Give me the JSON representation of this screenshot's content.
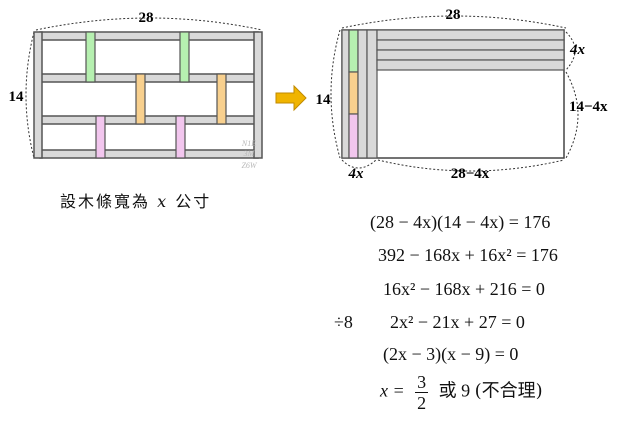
{
  "left_diagram": {
    "width_label": "28",
    "height_label": "14",
    "watermark": [
      "N1E",
      "3M",
      "Z6W"
    ]
  },
  "right_diagram": {
    "width_label": "28",
    "height_label": "14",
    "strip_label_right": "4x",
    "remaining_height_label": "14−4x",
    "strip_label_bottom": "4x",
    "remaining_width_label": "28−4x"
  },
  "colors": {
    "frame": "#555555",
    "board": "#d9d9d9",
    "green": "#b6f0b0",
    "orange": "#f8d08e",
    "pink": "#f2c6ee",
    "arrow": "#f0b400"
  },
  "caption": {
    "prefix": "設木條寬為",
    "variable": "x",
    "suffix": "公寸"
  },
  "equations": {
    "line1": "(28 − 4x)(14 − 4x) = 176",
    "line2": "392 − 168x + 16x² = 176",
    "line3": "16x² − 168x + 216 = 0",
    "divider": "÷8",
    "line4": "2x² − 21x + 27 = 0",
    "line5": "(2x − 3)(x − 9) = 0",
    "solution": {
      "lhs": "x =",
      "numerator": "3",
      "denominator": "2",
      "connector": "或",
      "alt_value": "9",
      "note": "(不合理)"
    }
  }
}
